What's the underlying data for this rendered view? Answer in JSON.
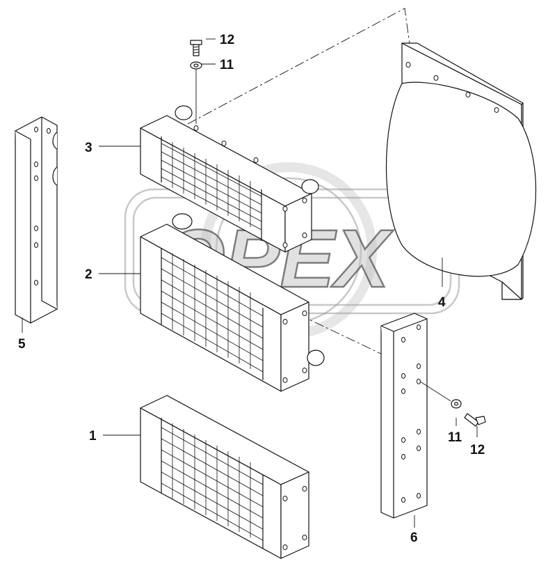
{
  "diagram": {
    "callouts": {
      "p1": "1",
      "p2": "2",
      "p3": "3",
      "p4": "4",
      "p5": "5",
      "p6": "6",
      "p11a": "11",
      "p11b": "11",
      "p12a": "12",
      "p12b": "12"
    },
    "watermark": "OPEX"
  },
  "colors": {
    "line": "#111111",
    "background": "#ffffff",
    "watermark": "#9a9a9a"
  }
}
